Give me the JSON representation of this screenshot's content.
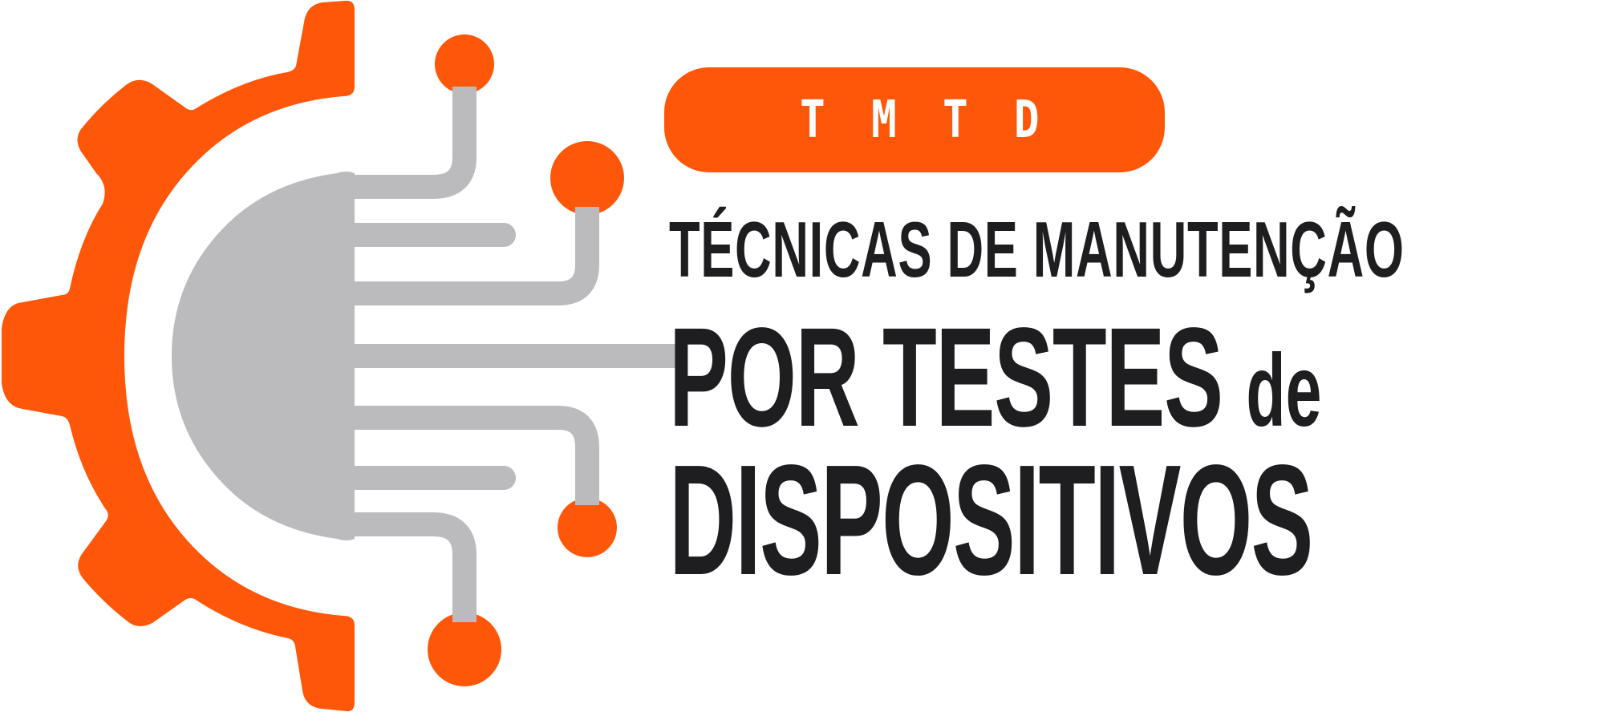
{
  "logo": {
    "badge": {
      "label": "TMTD",
      "background": "#FF570A",
      "text_color": "#FFFFFF"
    },
    "title_line_1": "TÉCNICAS DE MANUTENÇÃO",
    "title_line_2_main": "POR TESTES",
    "title_line_2_suffix": "de",
    "title_line_3": "DISPOSITIVOS",
    "colors": {
      "accent_orange": "#FF570A",
      "circuit_gray": "#BBBABC",
      "text_black": "#1E1D20",
      "background": "#FFFFFF"
    },
    "icon": {
      "gear": "half-gear-icon",
      "chip": "semicircle-chip-icon",
      "traces": "circuit-traces-icon",
      "nodes": "orange-node-circles"
    }
  }
}
